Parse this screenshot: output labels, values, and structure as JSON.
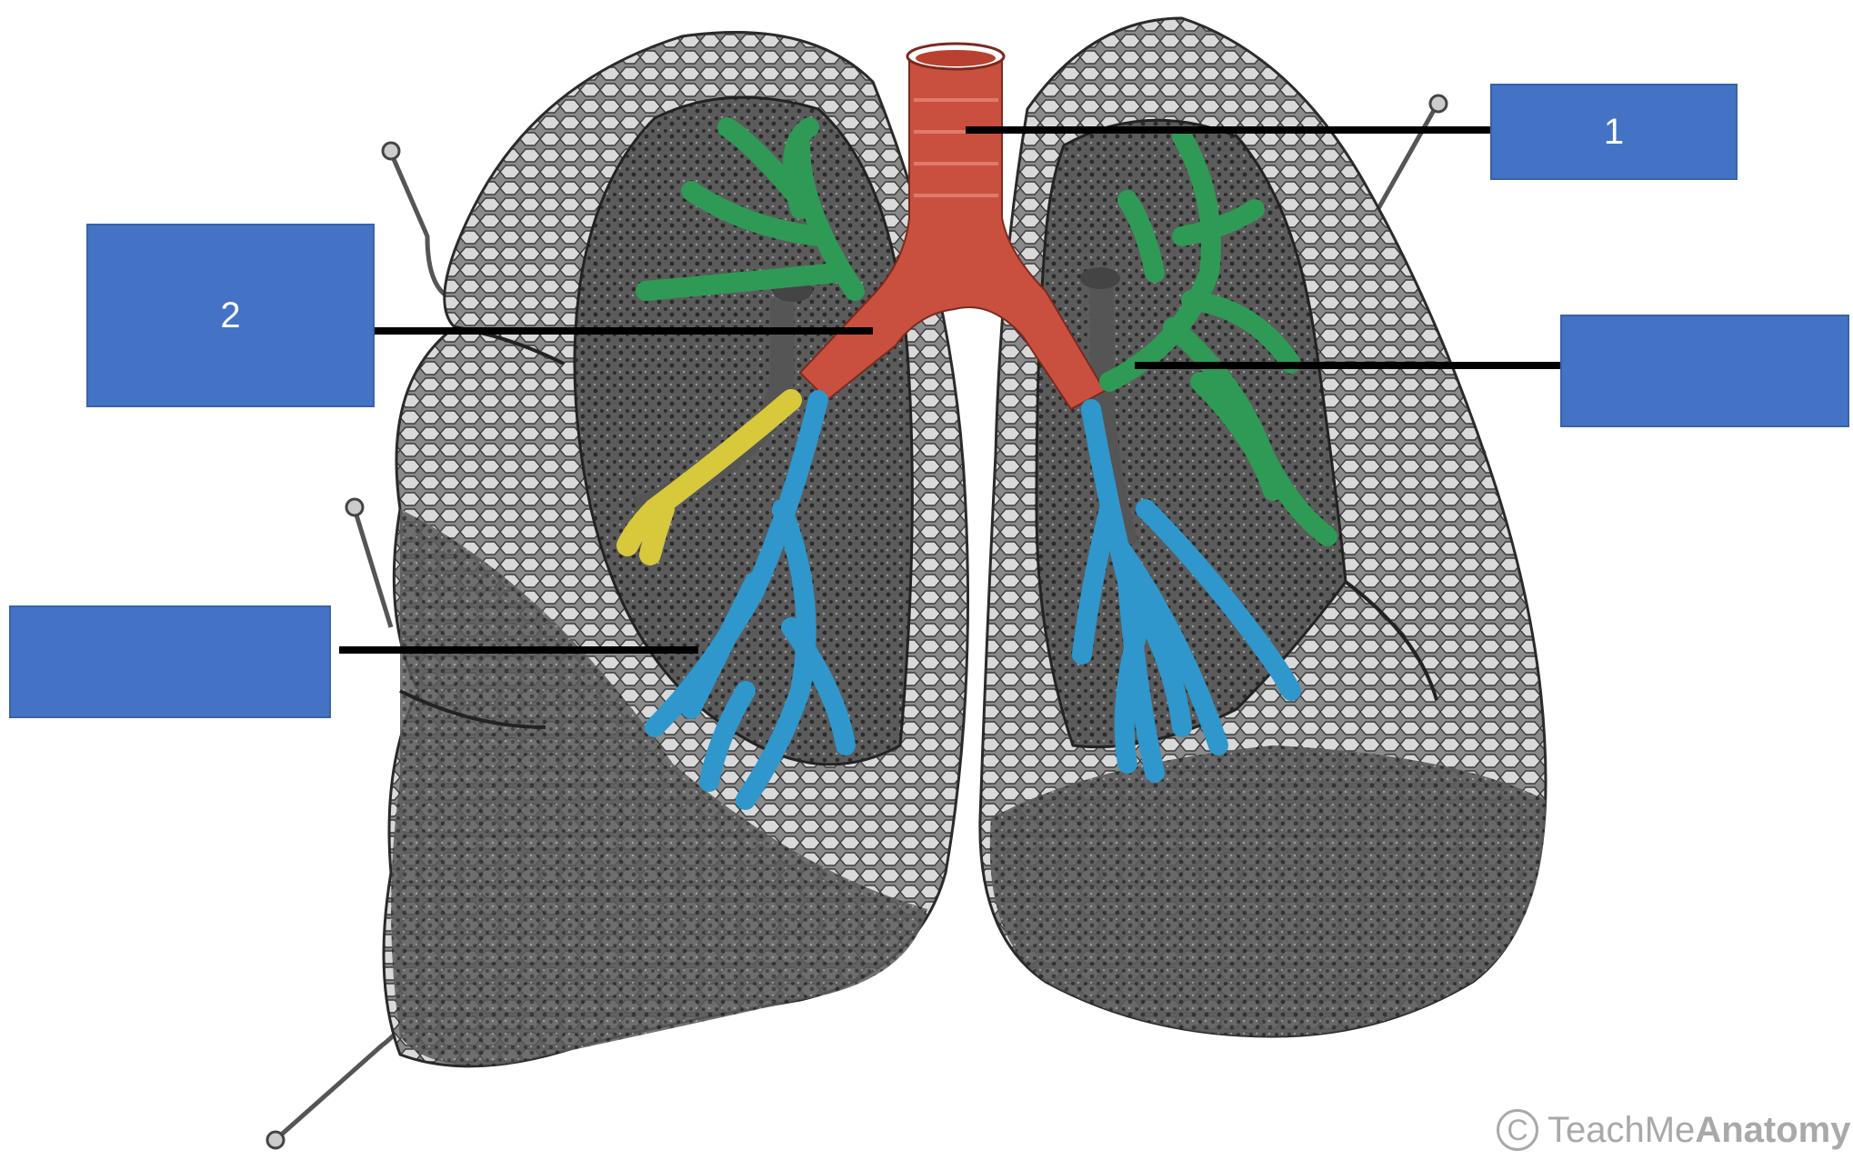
{
  "labels": {
    "trachea": "1",
    "main_bronchus": "2",
    "lobar_bronchus": "",
    "segmental_bronchus": ""
  },
  "watermark": {
    "icon": "copyright-c-icon",
    "text_light": "TeachMe",
    "text_bold": "Anatomy"
  },
  "colors": {
    "label_box": "#4472c4",
    "trachea_main_bronchi": "#c9503f",
    "upper_lobe_bronchi": "#2f9a55",
    "middle_lobe_bronchus": "#d8c83c",
    "lower_lobe_bronchi": "#2f97cc",
    "lung_tissue": "#6a6a6a"
  }
}
